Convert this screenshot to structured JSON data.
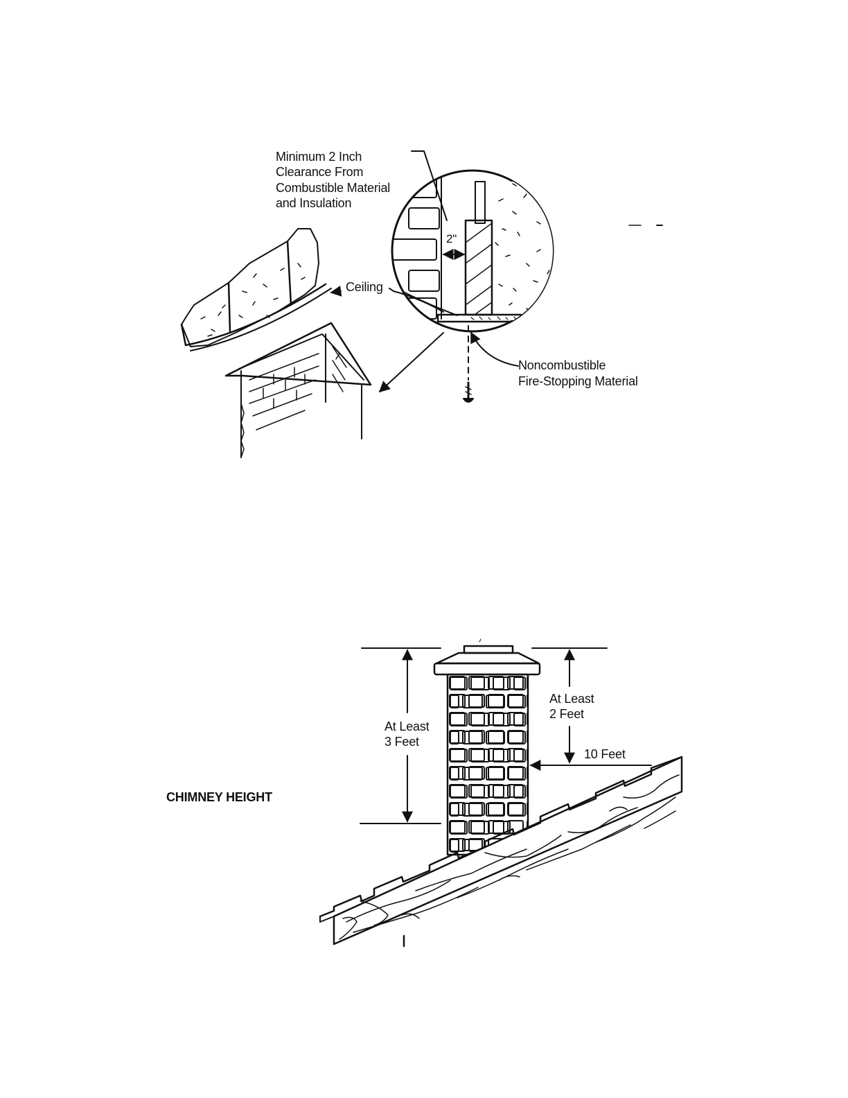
{
  "colors": {
    "ink": "#111111",
    "paper": "#ffffff"
  },
  "figure1": {
    "clearance_label": [
      "Minimum 2 Inch",
      "Clearance From",
      "Combustible Material",
      "and Insulation"
    ],
    "dimension": "2\"",
    "ceiling_label": "Ceiling",
    "firestop_label": [
      "Noncombustible",
      "Fire-Stopping Material"
    ]
  },
  "figure2": {
    "caption": "CHIMNEY HEIGHT",
    "left_dimension": [
      "At Least",
      "3 Feet"
    ],
    "right_dimension": [
      "At Least",
      "2 Feet"
    ],
    "horizontal_dimension": "10 Feet"
  }
}
